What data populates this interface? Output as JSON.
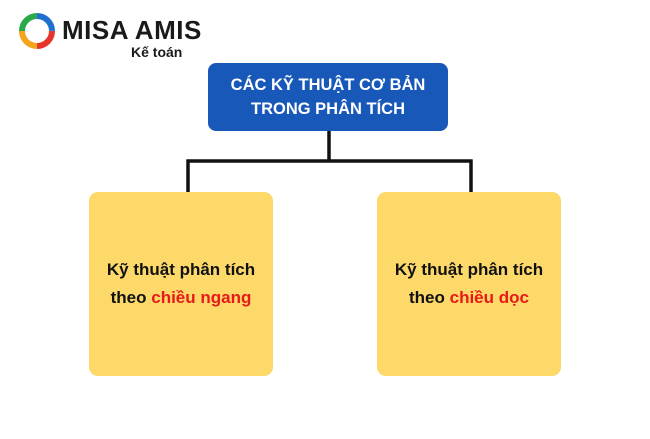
{
  "logo": {
    "brand": "MISA AMIS",
    "sub": "Kế toán",
    "colors": [
      "#e8352b",
      "#f4a51c",
      "#2aa84a",
      "#1f6fd1"
    ]
  },
  "root": {
    "line1": "CÁC KỸ THUẬT CƠ BẢN",
    "line2": "TRONG PHÂN TÍCH",
    "color": "#1758b8"
  },
  "children": [
    {
      "line1": "Kỹ thuật phân tích",
      "line2_prefix": "theo ",
      "line2_highlight": "chiều ngang"
    },
    {
      "line1": "Kỹ thuật phân tích",
      "line2_prefix": "theo ",
      "line2_highlight": "chiều dọc"
    }
  ],
  "colors": {
    "child_fill": "#fdd96a",
    "highlight": "#e81919",
    "connector": "#111111"
  }
}
